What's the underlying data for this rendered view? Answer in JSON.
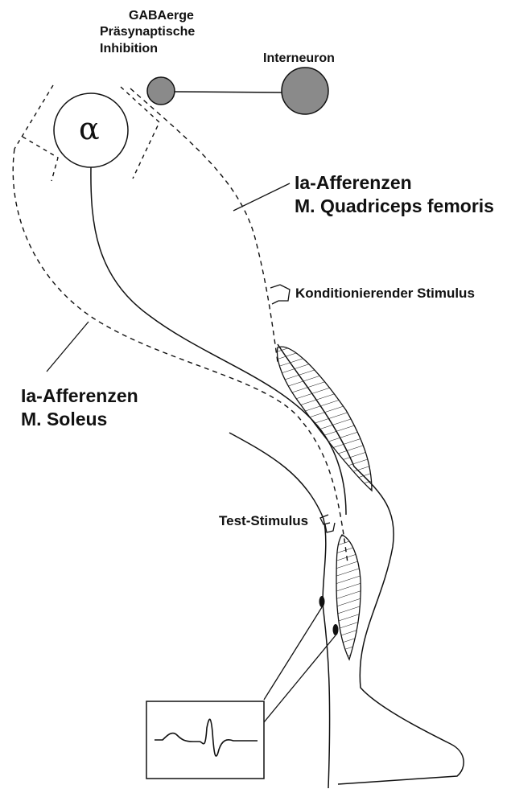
{
  "labels": {
    "gaba_line1": "GABAerge",
    "gaba_line2": "Präsynaptische",
    "gaba_line3": "Inhibition",
    "interneuron": "Interneuron",
    "alpha": "α",
    "quad_line1": "Ia-Afferenzen",
    "quad_line2": "M. Quadriceps femoris",
    "konditionierend": "Konditionierender Stimulus",
    "soleus_line1": "Ia-Afferenzen",
    "soleus_line2": "M. Soleus",
    "test_stimulus": "Test-Stimulus"
  },
  "colors": {
    "neuron_fill": "#8a8a8a",
    "line": "#111111",
    "background": "#ffffff"
  }
}
